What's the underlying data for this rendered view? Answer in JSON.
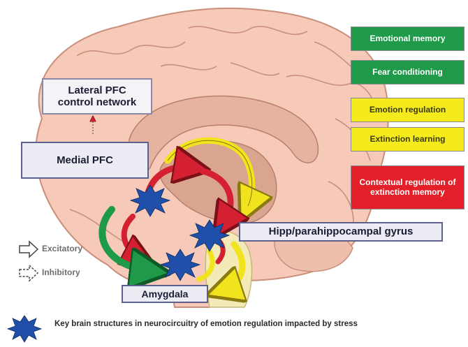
{
  "regions": {
    "lateral_pfc": "Lateral PFC\ncontrol network",
    "medial_pfc": "Medial PFC",
    "hipp": "Hipp/parahippocampal gyrus",
    "amygdala": "Amygdala"
  },
  "functions": [
    {
      "label": "Emotional memory",
      "color": "#1e9a48"
    },
    {
      "label": "Fear conditioning",
      "color": "#1e9a48"
    },
    {
      "label": "Emotion regulation",
      "color": "#f4ea1c"
    },
    {
      "label": "Extinction learning",
      "color": "#f4ea1c"
    },
    {
      "label": "Contextual regulation of extinction memory",
      "color": "#e3202a"
    }
  ],
  "legend": {
    "excitatory": "Excitatory",
    "inhibitory": "Inhibitory"
  },
  "caption": "Key brain structures in neurocircuitry of emotion regulation impacted by stress",
  "colors": {
    "cortex": "#f6c9b8",
    "inner": "#e6b3a0",
    "thalamus": "#d9a58e",
    "brainstem": "#f3eab8",
    "star": "#1f4fa8"
  }
}
